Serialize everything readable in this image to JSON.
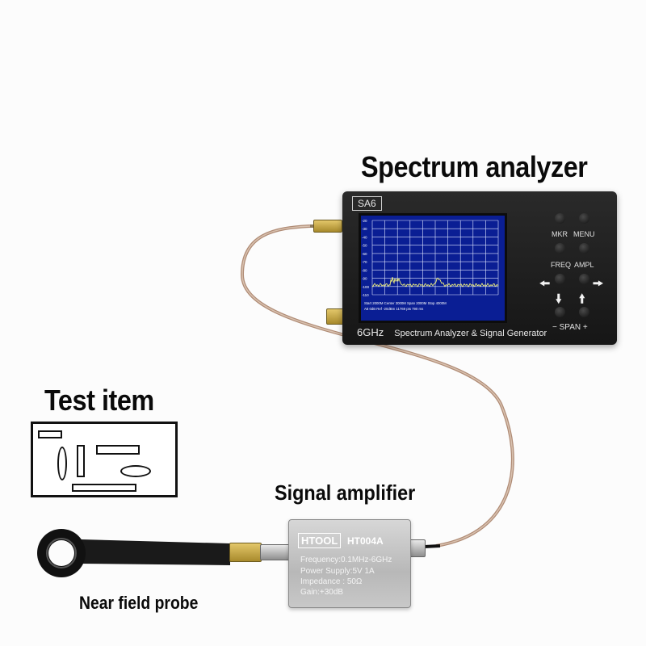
{
  "labels": {
    "spectrum_analyzer": "Spectrum analyzer",
    "test_item": "Test item",
    "signal_amplifier": "Signal amplifier",
    "near_field_probe": "Near field probe"
  },
  "analyzer": {
    "model_badge": "SA6",
    "caption_band": "6GHz",
    "caption_text": "Spectrum Analyzer & Signal Generator",
    "buttons": {
      "mkr": "MKR",
      "menu": "MENU",
      "freq": "FREQ",
      "ampl": "AMPL",
      "span": "SPAN",
      "span_minus": "−",
      "span_plus": "+"
    },
    "screen_y_ticks": [
      "-20",
      "-30",
      "-40",
      "-50",
      "-60",
      "-70",
      "-80",
      "-90",
      "-100",
      "-110"
    ],
    "screen_status": {
      "line1": "Start 2000M   Center 3000M   Span 2000M   Stop 4000M",
      "line2": "Att 0dB  Ref -20dBm   11769 pts   790 ms"
    },
    "colors": {
      "body": "#1c1c1c",
      "screen_bg": "#0a1e94",
      "trace": "#f0f07a",
      "grid": "#dfe6ff"
    }
  },
  "amplifier": {
    "brand": "HTOOL",
    "model": "HT004A",
    "specs": [
      "Frequency:0.1MHz-6GHz",
      "Power Supply:5V 1A",
      "Impedance : 50Ω",
      "Gain:+30dB"
    ]
  }
}
